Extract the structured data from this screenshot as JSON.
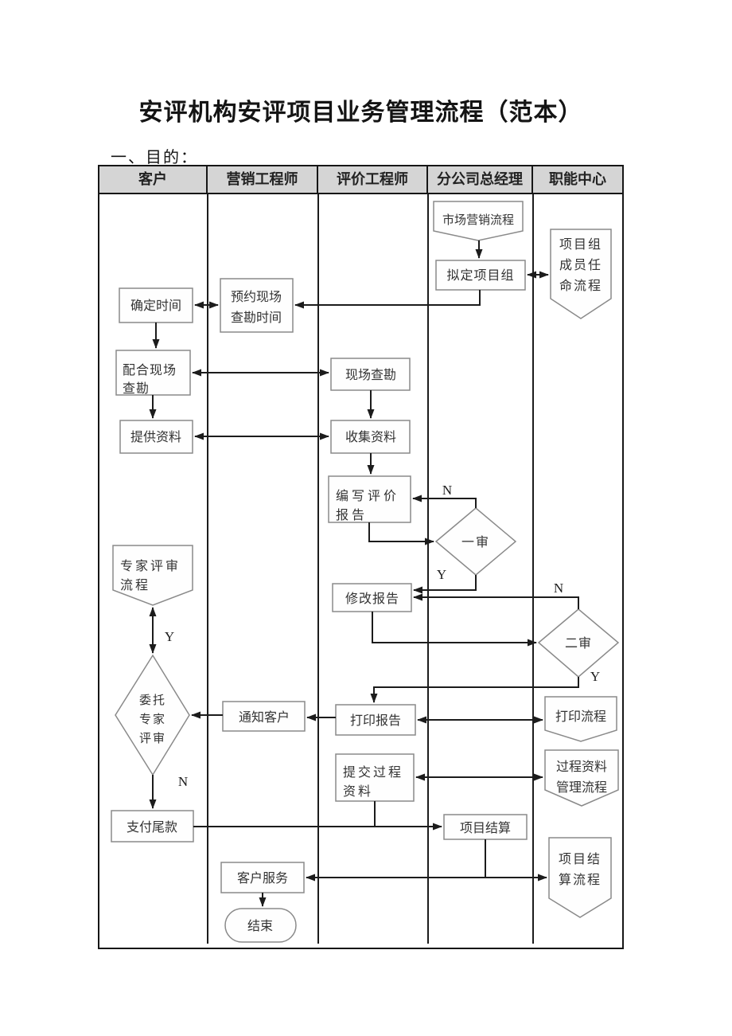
{
  "page": {
    "title": "安评机构安评项目业务管理流程（范本）",
    "section_label": "一、目的："
  },
  "lanes": [
    {
      "label": "客户"
    },
    {
      "label": "营销工程师"
    },
    {
      "label": "评价工程师"
    },
    {
      "label": "分公司总经理"
    },
    {
      "label": "职能中心"
    }
  ],
  "nodes": {
    "market_process": {
      "line1": "市场营销流程",
      "shape": "pennant"
    },
    "draft_team": {
      "line1": "拟定项目组",
      "shape": "rect"
    },
    "team_appoint": {
      "line1": "项目组",
      "line2": "成员任",
      "line3": "命流程",
      "shape": "pennant"
    },
    "confirm_time": {
      "line1": "确定时间",
      "shape": "rect"
    },
    "schedule_survey": {
      "line1": "预约现场",
      "line2": "查勘时间",
      "shape": "rect"
    },
    "cooperate_survey": {
      "line1": "配合现场",
      "line2": "查勘",
      "shape": "rect"
    },
    "provide_materials": {
      "line1": "提供资料",
      "shape": "rect"
    },
    "site_survey": {
      "line1": "现场查勘",
      "shape": "rect"
    },
    "collect_materials": {
      "line1": "收集资料",
      "shape": "rect"
    },
    "write_report": {
      "line1": "编写评价",
      "line2": "报告",
      "shape": "rect"
    },
    "first_review": {
      "line1": "一审",
      "shape": "diamond"
    },
    "revise_report": {
      "line1": "修改报告",
      "shape": "rect"
    },
    "second_review": {
      "line1": "二审",
      "shape": "diamond"
    },
    "expert_review_process": {
      "line1": "专家评审",
      "line2": "流程",
      "shape": "pennant"
    },
    "entrust_expert": {
      "line1": "委托",
      "line2": "专家",
      "line3": "评审",
      "shape": "diamond"
    },
    "notify_customer": {
      "line1": "通知客户",
      "shape": "rect"
    },
    "print_report": {
      "line1": "打印报告",
      "shape": "rect"
    },
    "print_process": {
      "line1": "打印流程",
      "shape": "pennant"
    },
    "submit_materials": {
      "line1": "提交过程",
      "line2": "资料",
      "shape": "rect"
    },
    "materials_mgmt_process": {
      "line1": "过程资料",
      "line2": "管理流程",
      "shape": "pennant"
    },
    "pay_balance": {
      "line1": "支付尾款",
      "shape": "rect"
    },
    "project_settlement": {
      "line1": "项目结算",
      "shape": "rect"
    },
    "settlement_process": {
      "line1": "项目结",
      "line2": "算流程",
      "shape": "pennant"
    },
    "customer_service": {
      "line1": "客户服务",
      "shape": "rect"
    },
    "end_node": {
      "line1": "结束",
      "shape": "terminator"
    }
  },
  "branch_labels": {
    "first_review_n": "N",
    "first_review_y": "Y",
    "second_review_n": "N",
    "second_review_y": "Y",
    "entrust_y": "Y",
    "entrust_n": "N"
  },
  "colors": {
    "header_fill": "#d5d5d5",
    "grid_line": "#1c1c1c",
    "shape_border": "#8a8a8a",
    "connector": "#1c1c1c",
    "text": "#333333"
  }
}
